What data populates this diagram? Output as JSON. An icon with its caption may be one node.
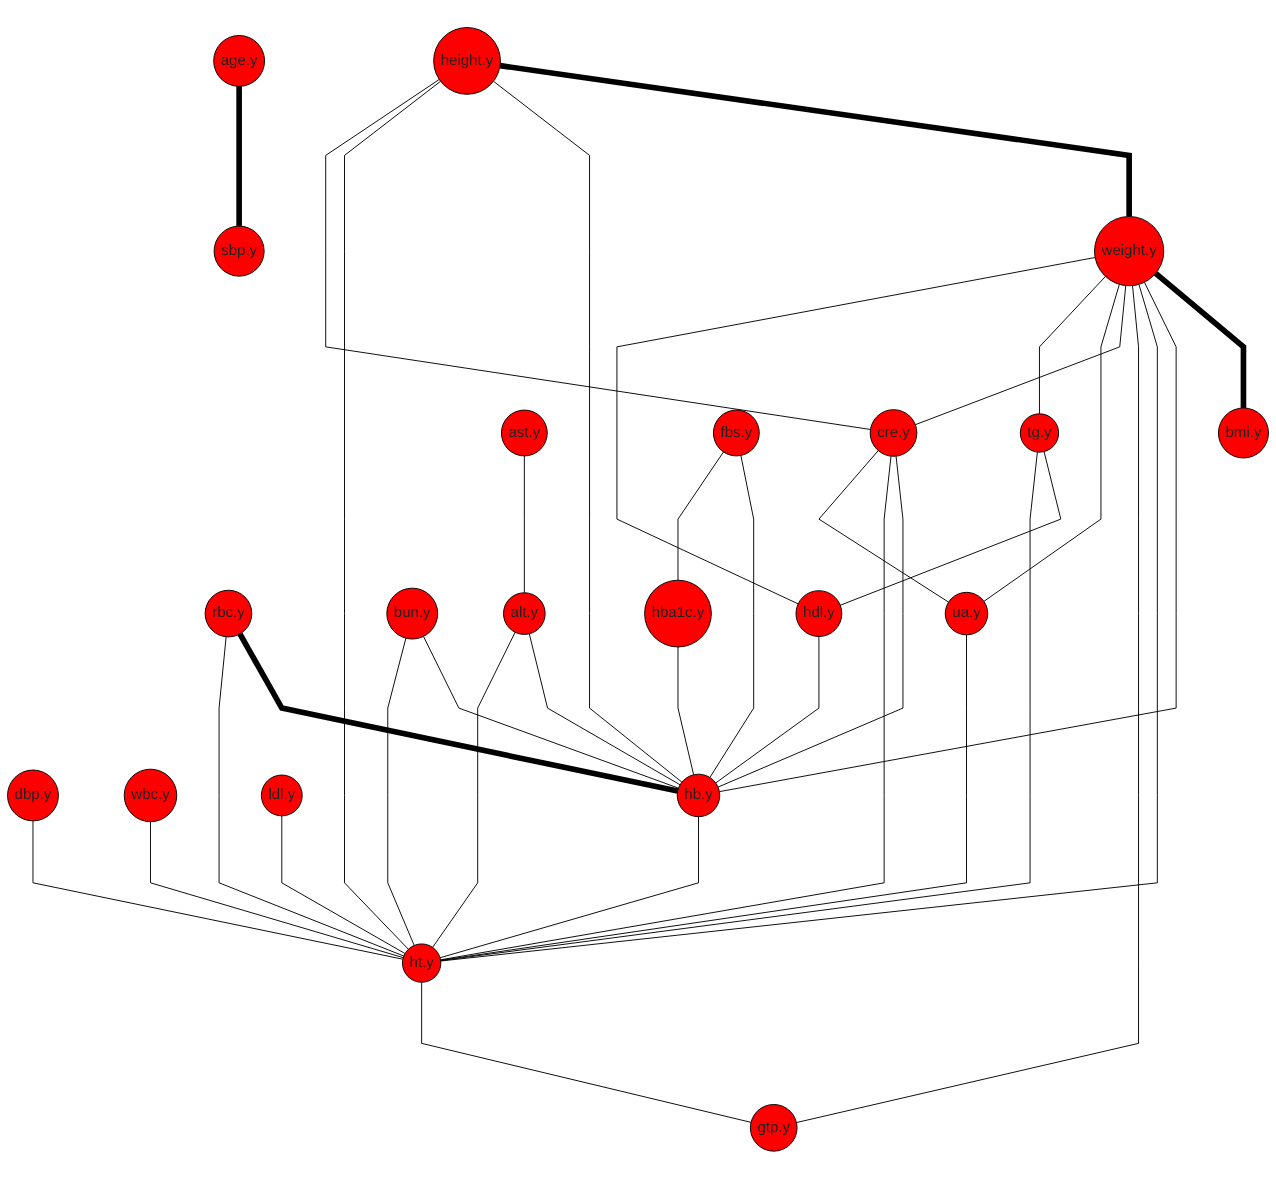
{
  "diagram": {
    "nodes": [
      {
        "text": [
          "age.y"
        ]
      },
      {
        "text": [
          "dbp.y"
        ]
      },
      {
        "text": [
          "height.y"
        ]
      },
      {
        "text": [
          "weight.y"
        ]
      },
      {
        "text": [
          "bmi.y"
        ]
      },
      {
        "text": [
          "wbc.y"
        ]
      },
      {
        "text": [
          "rbc.y"
        ]
      },
      {
        "text": [
          "hb.y"
        ]
      },
      {
        "text": [
          "ht.y"
        ]
      },
      {
        "text": [
          "gtp.y"
        ]
      },
      {
        "text": [
          "ast.y"
        ]
      },
      {
        "text": [
          "alt.y"
        ]
      },
      {
        "text": [
          "bun.y"
        ]
      },
      {
        "text": [
          "cre.y"
        ]
      },
      {
        "text": [
          "ua.y"
        ]
      },
      {
        "text": [
          "tg.y"
        ]
      },
      {
        "text": [
          "hdl.y"
        ]
      },
      {
        "text": [
          "ldl.y"
        ]
      },
      {
        "text": [
          "fbs.y"
        ]
      },
      {
        "text": [
          "hba1c.y"
        ]
      },
      {
        "text": [
          "sbp.y"
        ]
      }
    ],
    "edges": [
      {
        "from": 0,
        "to": 20,
        "arrow": "none",
        "style": "thick"
      },
      {
        "from": 2,
        "to": 3,
        "arrow": "none",
        "style": "thick"
      },
      {
        "from": 3,
        "to": 4,
        "arrow": "none",
        "style": "thick"
      },
      {
        "from": 1,
        "to": 8,
        "arrow": "none"
      },
      {
        "from": 2,
        "to": 7,
        "arrow": "none"
      },
      {
        "from": 2,
        "to": 8,
        "arrow": "none"
      },
      {
        "from": 2,
        "to": 13,
        "arrow": "none"
      },
      {
        "from": 3,
        "to": 7,
        "arrow": "none"
      },
      {
        "from": 3,
        "to": 8,
        "arrow": "none"
      },
      {
        "from": 3,
        "to": 9,
        "arrow": "none"
      },
      {
        "from": 3,
        "to": 13,
        "arrow": "none"
      },
      {
        "from": 3,
        "to": 14,
        "arrow": "none"
      },
      {
        "from": 3,
        "to": 15,
        "arrow": "none"
      },
      {
        "from": 3,
        "to": 16,
        "arrow": "none"
      },
      {
        "from": 5,
        "to": 8,
        "arrow": "none"
      },
      {
        "from": 6,
        "to": 7,
        "arrow": "none",
        "style": "thick"
      },
      {
        "from": 6,
        "to": 8,
        "arrow": "none"
      },
      {
        "from": 7,
        "to": 8,
        "arrow": "none"
      },
      {
        "from": 8,
        "to": 9,
        "arrow": "none"
      },
      {
        "from": 10,
        "to": 11,
        "arrow": "none"
      },
      {
        "from": 11,
        "to": 7,
        "arrow": "none"
      },
      {
        "from": 11,
        "to": 8,
        "arrow": "none"
      },
      {
        "from": 12,
        "to": 7,
        "arrow": "none"
      },
      {
        "from": 12,
        "to": 8,
        "arrow": "none"
      },
      {
        "from": 13,
        "to": 7,
        "arrow": "none"
      },
      {
        "from": 13,
        "to": 8,
        "arrow": "none"
      },
      {
        "from": 13,
        "to": 14,
        "arrow": "none"
      },
      {
        "from": 14,
        "to": 8,
        "arrow": "none"
      },
      {
        "from": 15,
        "to": 16,
        "arrow": "none"
      },
      {
        "from": 15,
        "to": 8,
        "arrow": "none"
      },
      {
        "from": 16,
        "to": 7,
        "arrow": "none"
      },
      {
        "from": 17,
        "to": 8,
        "arrow": "none"
      },
      {
        "from": 18,
        "to": 7,
        "arrow": "none"
      },
      {
        "from": 18,
        "to": 19,
        "arrow": "none"
      },
      {
        "from": 19,
        "to": 7,
        "arrow": "none"
      }
    ]
  }
}
